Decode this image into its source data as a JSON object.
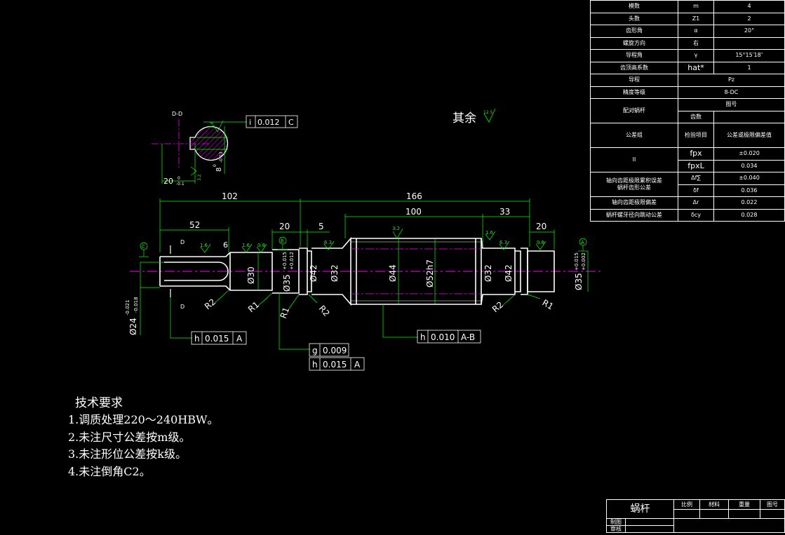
{
  "title_block": {
    "part_name": "蜗杆",
    "scale_label": "比例",
    "material_label": "材料",
    "weight_label": "重量",
    "drawing_no_label": "图号",
    "drawn_label": "制图",
    "check_label": "审核"
  },
  "params": {
    "rows": [
      {
        "name": "模数",
        "symbol": "m",
        "value": "4"
      },
      {
        "name": "头数",
        "symbol": "Z1",
        "value": "2"
      },
      {
        "name": "齿形角",
        "symbol": "α",
        "value": "20°"
      },
      {
        "name": "螺旋方向",
        "symbol": "右",
        "value": ""
      },
      {
        "name": "导程角",
        "symbol": "γ",
        "value": "15°15′18″"
      },
      {
        "name": "齿顶高系数",
        "symbol": "hat*",
        "value": "1"
      }
    ],
    "lead_label": "导程",
    "lead_value": "Pz",
    "accuracy_label": "精度等级",
    "accuracy_value": "8-DC",
    "mate_label": "配对蜗杆",
    "drawing_no_label": "图号",
    "teeth_label": "齿数",
    "tol_group_label": "公差组",
    "check_item_label": "检验项目",
    "tol_value_label": "公差或极限偏差值",
    "group_II": "II",
    "fpx": "fpx",
    "fpx_val": "±0.020",
    "fpxl": "fpxL",
    "fpxl_val": "0.034",
    "axial_cum_label": "轴向齿距极限累积误差",
    "profile_label": "蜗杆齿形公差",
    "dfl": "Δf∑",
    "dfl_val": "±0.040",
    "df": "δf",
    "df_val": "0.036",
    "axial_dev_label": "轴向齿距极限偏差",
    "dr": "Δr",
    "dr_val": "0.022",
    "runout_label": "蜗杆螺牙径向跳动公差",
    "dcy": "δcy",
    "dcy_val": "0.028"
  },
  "notes": {
    "title": "技术要求",
    "items": [
      "1.调质处理220～240HBW。",
      "2.未注尺寸公差按m级。",
      "3.未注形位公差按k级。",
      "4.未注倒角C2。"
    ]
  },
  "annotations": {
    "section_label": "D-D",
    "rest_roughness": "其余",
    "rest_ra": "12.5",
    "dim_102": "102",
    "dim_166": "166",
    "dim_52": "52",
    "dim_100": "100",
    "dim_33": "33",
    "dim_20a": "20",
    "dim_5": "5",
    "dim_20b": "20",
    "dim_6": "6",
    "d30": "Ø30",
    "d35a": "Ø35",
    "d35a_up": "+0.015",
    "d35a_lo": "+0.012",
    "d42a": "Ø42",
    "d32a": "Ø32",
    "d44": "Ø44",
    "d52": "Ø52h7",
    "d32b": "Ø32",
    "d42b": "Ø42",
    "d35b": "Ø35",
    "d35b_up": "+0.015",
    "d35b_lo": "+0.002",
    "d24": "Ø24",
    "d24_up": "-0.021",
    "d24_lo": "-0.018",
    "r1a": "R1",
    "r2a": "R2",
    "r1b": "R1",
    "r2b": "R2",
    "r2c": "R2",
    "r1c": "R1",
    "sec_20": "20",
    "sec_20_up": "0",
    "sec_20_lo": "-0.1",
    "sec_8": "8",
    "sec_8_up": "0",
    "sec_8_lo": "-0.03",
    "ra_16a": "1.6",
    "ra_16b": "1.6",
    "ra_08a": "0.8",
    "ra_63a": "6.3",
    "ra_32": "3.2",
    "ra_16c": "1.6",
    "ra_63b": "6.3",
    "ra_08b": "0.8",
    "ra_16d": "1.6",
    "ra_32b": "3.2",
    "datum_c": "C",
    "datum_b": "B",
    "datum_a": "A",
    "D_top": "D",
    "D_bot": "D",
    "fcf1_sym": "i",
    "fcf1_val": "0.012",
    "fcf1_ref": "C",
    "fcf2_sym": "h",
    "fcf2_val": "0.015",
    "fcf2_ref": "A",
    "fcf3_sym": "g",
    "fcf3_val": "0.009",
    "fcf4_sym": "h",
    "fcf4_val": "0.015",
    "fcf4_ref": "A",
    "fcf5_sym": "h",
    "fcf5_val": "0.010",
    "fcf5_ref": "A-B"
  }
}
